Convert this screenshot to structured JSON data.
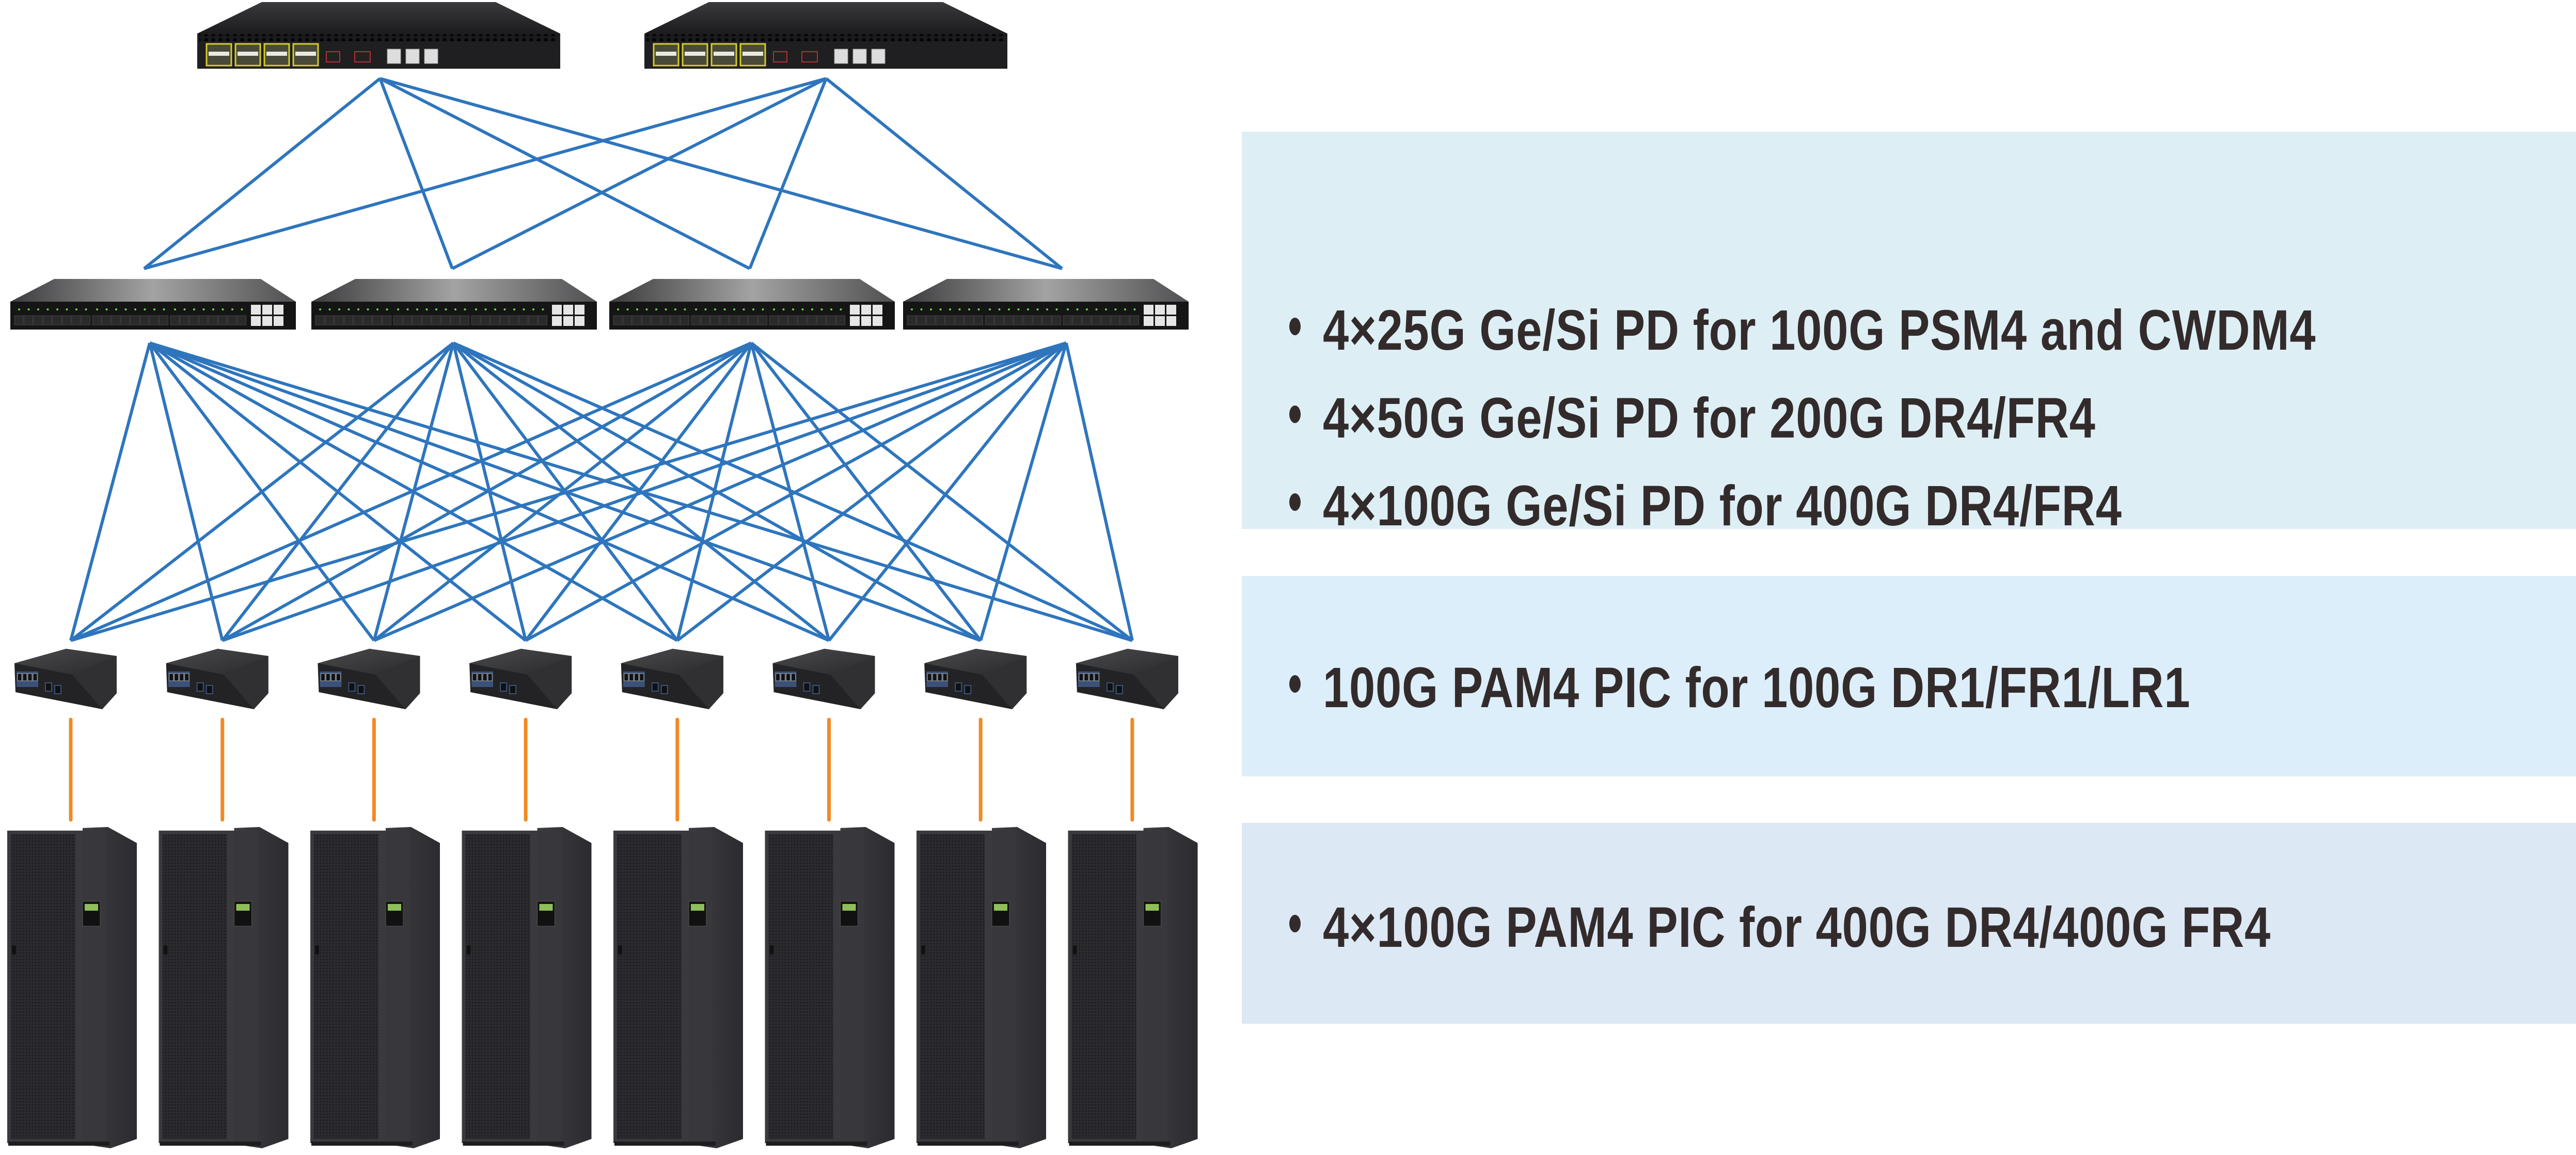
{
  "diagram": {
    "title": "Spine-leaf data center network topology",
    "colors": {
      "uplink_line": "#2e75bd",
      "server_link": "#f08a24",
      "device_body": "#1f1f21",
      "device_top": "#5a5a5c"
    },
    "tiers": {
      "spine_switches": {
        "count": 2,
        "icon": "core-switch-icon"
      },
      "leaf_switches": {
        "count": 4,
        "icon": "aggregation-switch-icon"
      },
      "tor_switches": {
        "count": 8,
        "icon": "access-switch-icon"
      },
      "server_racks": {
        "count": 8,
        "icon": "server-rack-icon"
      }
    },
    "links": {
      "spine_to_leaf": "full-mesh",
      "leaf_to_tor": "full-mesh",
      "tor_to_rack": "one-to-one"
    }
  },
  "panels": [
    {
      "color": "#ddeff5",
      "items": [
        "4×25G Ge/Si PD for 100G PSM4 and CWDM4",
        "4×50G Ge/Si PD for 200G DR4/FR4",
        "4×100G Ge/Si PD for 400G DR4/FR4"
      ]
    },
    {
      "color": "#dceef9",
      "items": [
        "100G PAM4 PIC for 100G DR1/FR1/LR1"
      ]
    },
    {
      "color": "#dde8f5",
      "items": [
        "4×100G PAM4 PIC for 400G DR4/400G FR4"
      ]
    }
  ]
}
